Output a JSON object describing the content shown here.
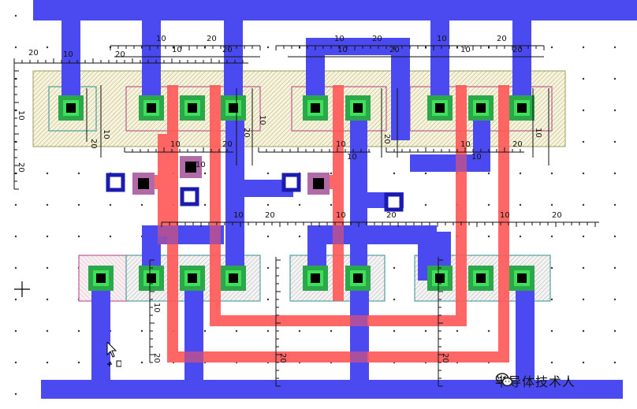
{
  "layout_editor": {
    "ruler_labels": {
      "r1": "10",
      "r2": "20",
      "r3": "10",
      "r4": "20",
      "r5": "20",
      "r6": "10",
      "r7": "20",
      "r8": "10",
      "r9": "20",
      "r10": "10",
      "r11": "20",
      "r12": "10",
      "r13": "20",
      "r14": "10",
      "r15": "20",
      "r16": "10",
      "r17": "20",
      "r18": "20",
      "r19": "10",
      "r20": "20",
      "r21": "10",
      "r22": "10",
      "r23": "20",
      "r24": "10",
      "r25": "20",
      "r26": "10",
      "r27": "20",
      "r28": "10",
      "r29": "20",
      "r30": "10",
      "r31": "20",
      "r32": "10",
      "r33": "20",
      "r34": "10",
      "r35": "20",
      "r36": "10",
      "r37": "20",
      "r38": "10",
      "r39": "10",
      "r40": "20",
      "r41": "10"
    },
    "layer_colors": {
      "metal1": "#4a4af0",
      "poly": "#ff5a5a",
      "contact": "#000000",
      "active_green": "#3ee05a",
      "diffusion_border": "#2f8f8f",
      "nwell_border": "#b53b86",
      "grid_dot": "#333333"
    }
  },
  "watermark": {
    "text": "半导体技术人",
    "icon": "wechat-icon"
  }
}
